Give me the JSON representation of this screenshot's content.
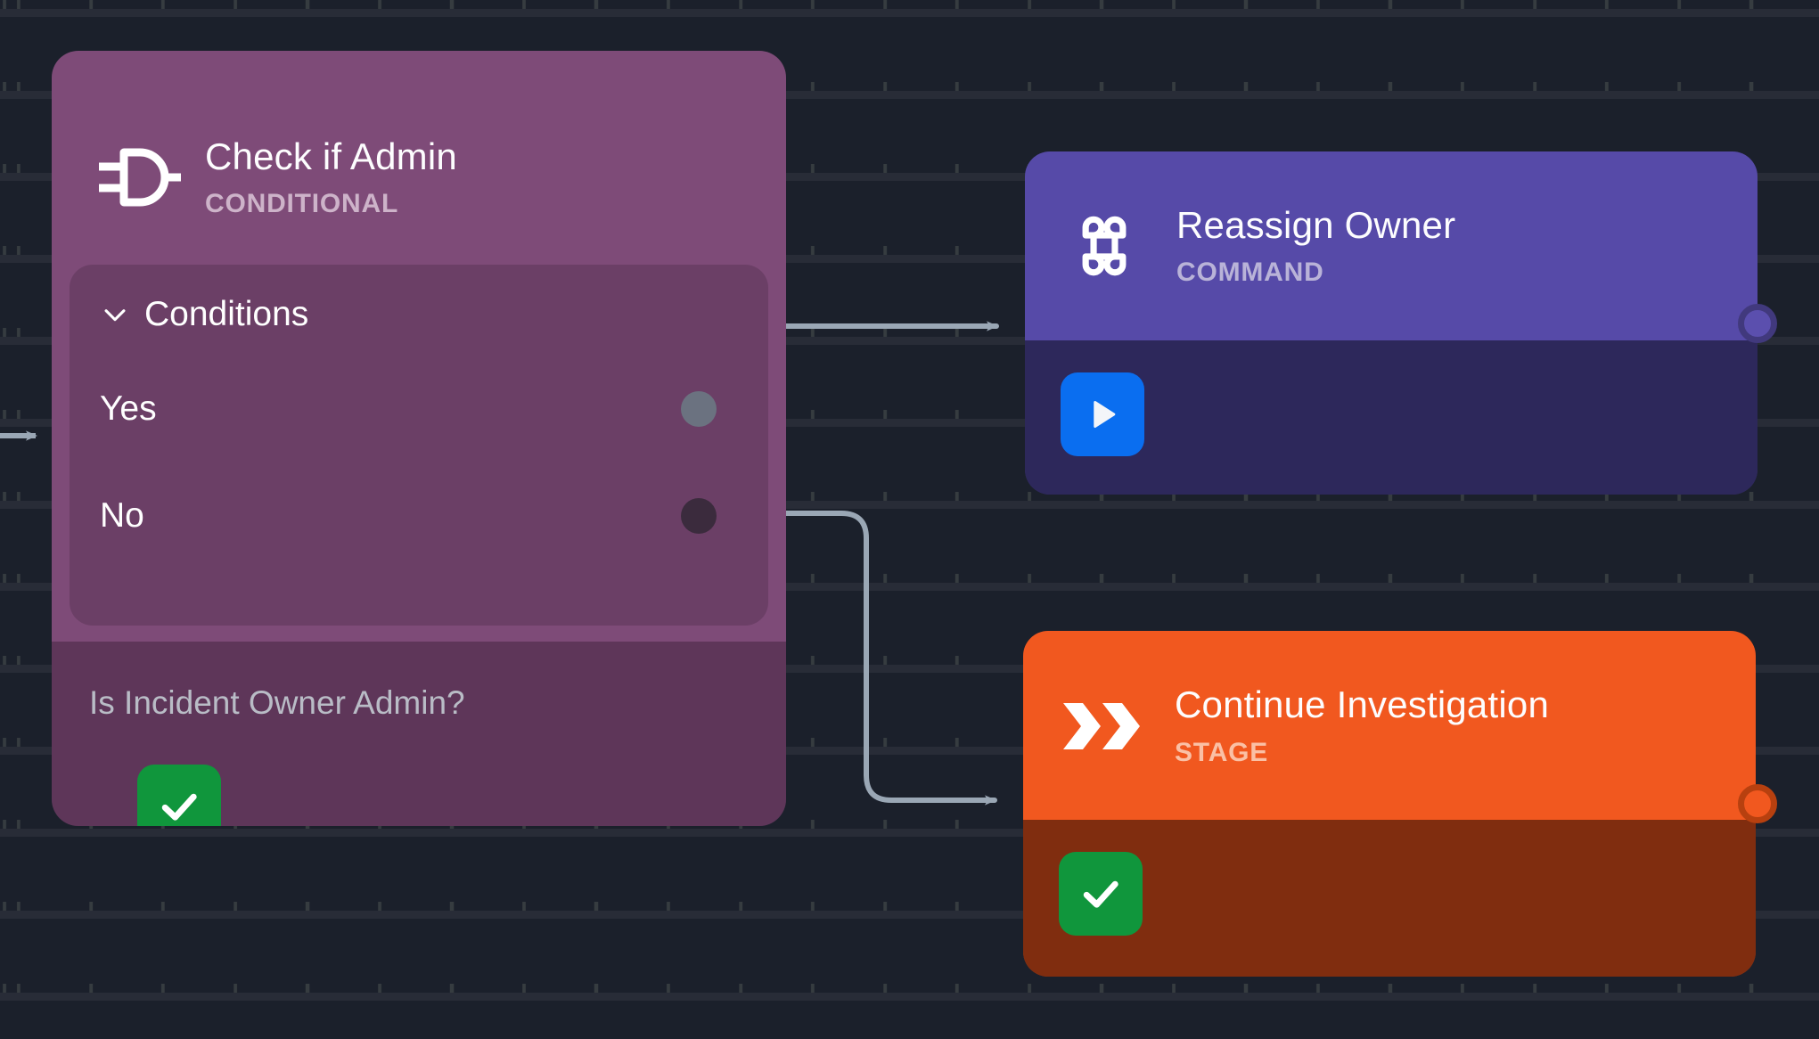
{
  "canvas": {
    "background_color": "#1b202b",
    "grid": "dot-grid",
    "edge_color": "#9aa7b5"
  },
  "nodes": [
    {
      "id": "conditional",
      "title": "Check if Admin",
      "subtitle": "CONDITIONAL",
      "icon": "logic-gate-icon",
      "color": "#7e4b78",
      "conditions": {
        "label": "Conditions",
        "expanded": true,
        "chevron": "chevron-down-icon",
        "branches": [
          {
            "label": "Yes",
            "port_color": "#6b7280"
          },
          {
            "label": "No",
            "port_color": "#3b2b3d"
          }
        ]
      },
      "footer": {
        "text": "Is Incident Owner Admin?",
        "badge": "check-icon",
        "badge_color": "#10963c"
      }
    },
    {
      "id": "command",
      "title": "Reassign Owner",
      "subtitle": "COMMAND",
      "icon": "command-key-icon",
      "color": "#564aa8",
      "body": {
        "badge": "play-icon",
        "badge_color": "#0a6ef0"
      },
      "output_port_color": "#5b4fae"
    },
    {
      "id": "stage",
      "title": "Continue Investigation",
      "subtitle": "STAGE",
      "icon": "double-chevron-right-icon",
      "color": "#f1581f",
      "body": {
        "badge": "check-icon",
        "badge_color": "#10963c"
      },
      "output_port_color": "#f1581f"
    }
  ],
  "edges": [
    {
      "from": "conditional.Yes",
      "to": "command",
      "arrow": "arrowhead-right"
    },
    {
      "from": "conditional.No",
      "to": "stage",
      "arrow": "arrowhead-right"
    },
    {
      "from": "incoming",
      "to": "conditional",
      "arrow": "arrowhead-right"
    }
  ]
}
